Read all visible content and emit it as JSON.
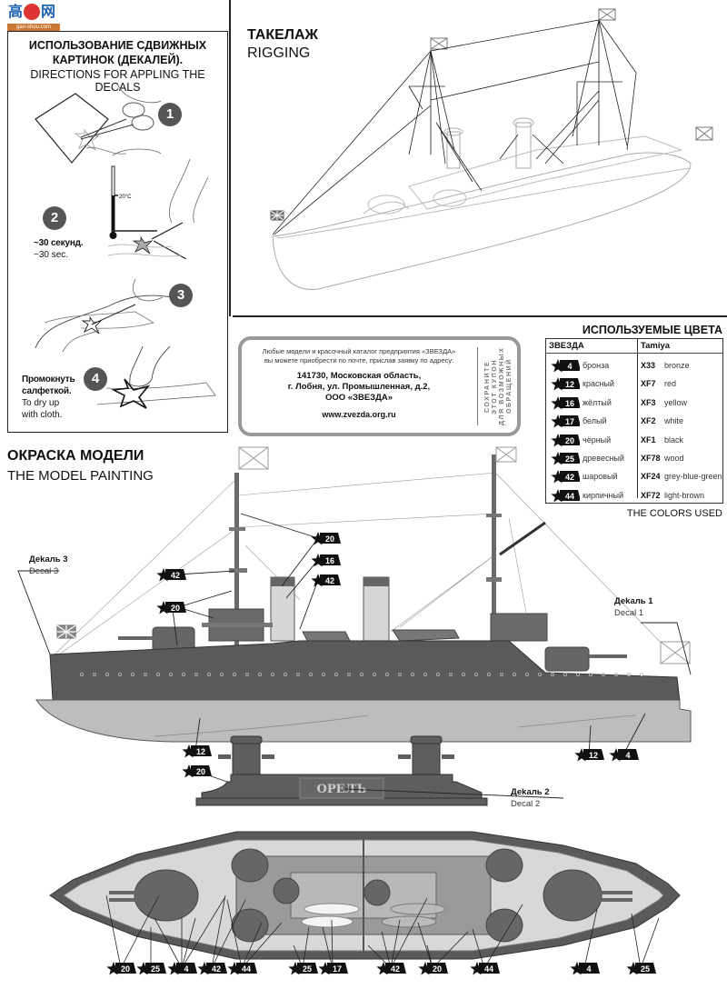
{
  "watermark": {
    "glyphs": [
      "高",
      "网"
    ],
    "sub": "gao-shou.com"
  },
  "decal_instructions": {
    "title_ru": "ИСПОЛЬЗОВАНИЕ СДВИЖНЫХ КАРТИНОК (ДЕКАЛЕЙ).",
    "title_en": "DIRECTIONS FOR APPLING THE DECALS",
    "thermometer_label": "20°C",
    "steps": [
      {
        "number": "1",
        "text_ru": "",
        "text_en": ""
      },
      {
        "number": "2",
        "text_ru": "~30 секунд.",
        "text_en": "~30 sec."
      },
      {
        "number": "3",
        "text_ru": "",
        "text_en": ""
      },
      {
        "number": "4",
        "text_ru": "Промокнуть салфеткой.",
        "text_en": "To dry up with cloth."
      }
    ]
  },
  "rigging": {
    "title_ru": "ТАКЕЛАЖ",
    "title_en": "RIGGING"
  },
  "coupon": {
    "intro_line1": "Любые модели и красочный каталог предприятия «ЗВЕЗДА»",
    "intro_line2": "вы можете приобрести по почте, прислав заявку по адресу:",
    "address_line1": "141730, Московская область,",
    "address_line2": "г. Лобня, ул. Промышленная, д.2,",
    "address_line3": "ООО «ЗВЕЗДА»",
    "url": "www.zvezda.org.ru",
    "side_lines": [
      "СОХРАНИТЕ",
      "ЭТОТ КУПОН",
      "ДЛЯ ВОЗМОЖНЫХ",
      "ОБРАЩЕНИЙ"
    ]
  },
  "colors": {
    "title": "ИСПОЛЬЗУЕМЫЕ ЦВЕТА",
    "col_zvezda": "ЗВЕЗДА",
    "col_tamiya": "Tamiya",
    "footer": "THE COLORS USED",
    "rows": [
      {
        "num": "4",
        "ru": "бронза",
        "code": "X33",
        "en": "bronze"
      },
      {
        "num": "12",
        "ru": "красный",
        "code": "XF7",
        "en": "red"
      },
      {
        "num": "16",
        "ru": "жёлтый",
        "code": "XF3",
        "en": "yellow"
      },
      {
        "num": "17",
        "ru": "белый",
        "code": "XF2",
        "en": "white"
      },
      {
        "num": "20",
        "ru": "чёрный",
        "code": "XF1",
        "en": "black"
      },
      {
        "num": "25",
        "ru": "древесный",
        "code": "XF78",
        "en": "wood"
      },
      {
        "num": "42",
        "ru": "шаровый",
        "code": "XF24",
        "en": "grey-blue-green"
      },
      {
        "num": "44",
        "ru": "кирпичный",
        "code": "XF72",
        "en": "light-brown"
      }
    ]
  },
  "painting": {
    "title_ru": "ОКРАСКА МОДЕЛИ",
    "title_en": "THE MODEL PAINTING",
    "decal1_ru": "Деkаль 1",
    "decal1_en": "Decal 1",
    "decal2_ru": "Деkаль 2",
    "decal2_en": "Decal 2",
    "decal3_ru": "Деkаль 3",
    "decal3_en": "Decal 3",
    "stand_nameplate": "ОРЕЛЪ",
    "side_callouts": [
      "20",
      "16",
      "42",
      "42",
      "20",
      "12",
      "4",
      "12",
      "20"
    ],
    "top_callouts": [
      "20",
      "25",
      "4",
      "42",
      "44",
      "25",
      "17",
      "42",
      "20",
      "44",
      "4",
      "25"
    ]
  },
  "palette": {
    "hull_dark": "#5a5a5a",
    "hull_light": "#bdbdbd",
    "deck_light": "#d8d8d8",
    "stand": "#5e5e5e",
    "line": "#222222"
  }
}
